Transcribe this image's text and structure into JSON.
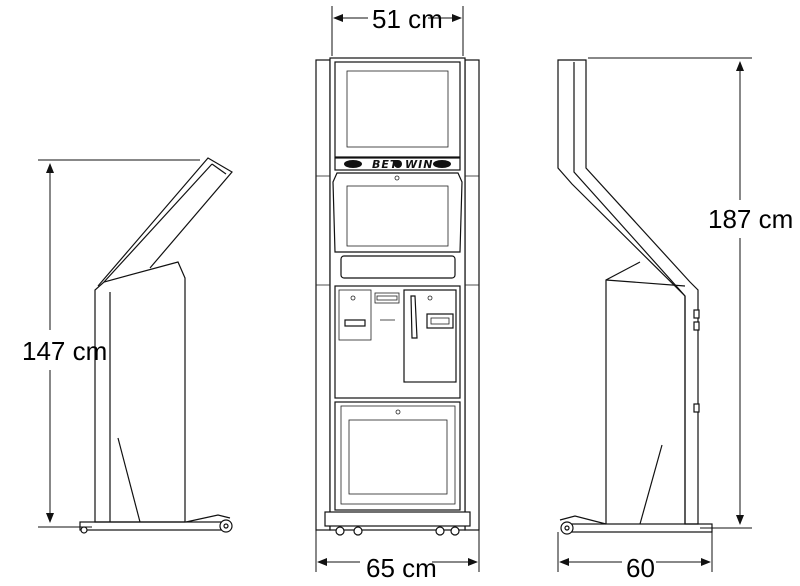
{
  "dimensions": {
    "front_top_width": "51 cm",
    "front_base_width": "65 cm",
    "left_height": "147 cm",
    "right_height": "187 cm",
    "right_depth": "60"
  },
  "brand": {
    "logo_left": "BET",
    "logo_right": "WIN"
  }
}
